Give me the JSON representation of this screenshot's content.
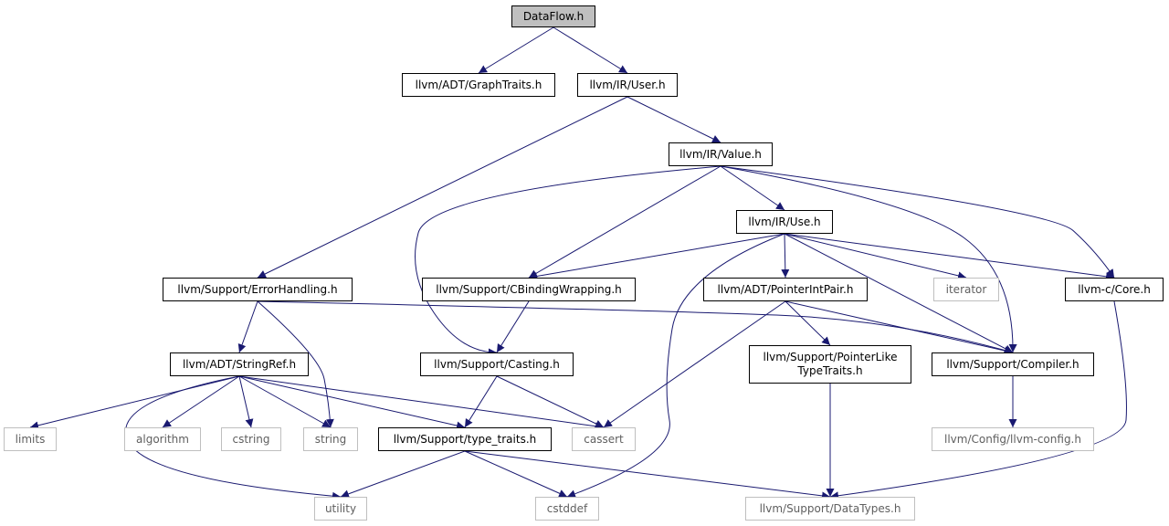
{
  "colors": {
    "edge": "#191970",
    "node_border": "#000000",
    "external_border": "#bfbfbf",
    "root_fill": "#bfbfbf"
  },
  "nodes": [
    {
      "id": "DataFlow",
      "label": "DataFlow.h",
      "kind": "root"
    },
    {
      "id": "GraphTraits",
      "label": "llvm/ADT/GraphTraits.h",
      "kind": "local"
    },
    {
      "id": "User",
      "label": "llvm/IR/User.h",
      "kind": "local"
    },
    {
      "id": "Value",
      "label": "llvm/IR/Value.h",
      "kind": "local"
    },
    {
      "id": "Use",
      "label": "llvm/IR/Use.h",
      "kind": "local"
    },
    {
      "id": "ErrorHandling",
      "label": "llvm/Support/ErrorHandling.h",
      "kind": "local"
    },
    {
      "id": "CBindingWrapping",
      "label": "llvm/Support/CBindingWrapping.h",
      "kind": "local"
    },
    {
      "id": "PointerIntPair",
      "label": "llvm/ADT/PointerIntPair.h",
      "kind": "local"
    },
    {
      "id": "iterator",
      "label": "iterator",
      "kind": "external"
    },
    {
      "id": "Core",
      "label": "llvm-c/Core.h",
      "kind": "local"
    },
    {
      "id": "StringRef",
      "label": "llvm/ADT/StringRef.h",
      "kind": "local"
    },
    {
      "id": "Casting",
      "label": "llvm/Support/Casting.h",
      "kind": "local"
    },
    {
      "id": "PointerLikeTypeTraits",
      "label": "llvm/Support/PointerLike\nTypeTraits.h",
      "kind": "local"
    },
    {
      "id": "Compiler",
      "label": "llvm/Support/Compiler.h",
      "kind": "local"
    },
    {
      "id": "limits",
      "label": "limits",
      "kind": "external"
    },
    {
      "id": "algorithm",
      "label": "algorithm",
      "kind": "external"
    },
    {
      "id": "cstring",
      "label": "cstring",
      "kind": "external"
    },
    {
      "id": "string",
      "label": "string",
      "kind": "external"
    },
    {
      "id": "type_traits",
      "label": "llvm/Support/type_traits.h",
      "kind": "local"
    },
    {
      "id": "cassert",
      "label": "cassert",
      "kind": "external"
    },
    {
      "id": "llvm-config",
      "label": "llvm/Config/llvm-config.h",
      "kind": "external"
    },
    {
      "id": "utility",
      "label": "utility",
      "kind": "external"
    },
    {
      "id": "cstddef",
      "label": "cstddef",
      "kind": "external"
    },
    {
      "id": "DataTypes",
      "label": "llvm/Support/DataTypes.h",
      "kind": "external"
    }
  ],
  "edges": [
    [
      "DataFlow",
      "GraphTraits"
    ],
    [
      "DataFlow",
      "User"
    ],
    [
      "User",
      "Value"
    ],
    [
      "User",
      "ErrorHandling"
    ],
    [
      "Value",
      "Use"
    ],
    [
      "Value",
      "CBindingWrapping"
    ],
    [
      "Value",
      "Casting"
    ],
    [
      "Value",
      "Compiler"
    ],
    [
      "Value",
      "Core"
    ],
    [
      "Use",
      "CBindingWrapping"
    ],
    [
      "Use",
      "PointerIntPair"
    ],
    [
      "Use",
      "iterator"
    ],
    [
      "Use",
      "Core"
    ],
    [
      "Use",
      "Compiler"
    ],
    [
      "Use",
      "cstddef"
    ],
    [
      "ErrorHandling",
      "StringRef"
    ],
    [
      "ErrorHandling",
      "string"
    ],
    [
      "ErrorHandling",
      "Compiler"
    ],
    [
      "CBindingWrapping",
      "Casting"
    ],
    [
      "PointerIntPair",
      "PointerLikeTypeTraits"
    ],
    [
      "PointerIntPair",
      "Compiler"
    ],
    [
      "PointerIntPair",
      "cassert"
    ],
    [
      "Core",
      "DataTypes"
    ],
    [
      "StringRef",
      "limits"
    ],
    [
      "StringRef",
      "algorithm"
    ],
    [
      "StringRef",
      "cstring"
    ],
    [
      "StringRef",
      "string"
    ],
    [
      "StringRef",
      "type_traits"
    ],
    [
      "StringRef",
      "cassert"
    ],
    [
      "StringRef",
      "utility"
    ],
    [
      "Casting",
      "type_traits"
    ],
    [
      "Casting",
      "cassert"
    ],
    [
      "PointerLikeTypeTraits",
      "DataTypes"
    ],
    [
      "Compiler",
      "llvm-config"
    ],
    [
      "type_traits",
      "utility"
    ],
    [
      "type_traits",
      "cstddef"
    ],
    [
      "type_traits",
      "DataTypes"
    ]
  ]
}
